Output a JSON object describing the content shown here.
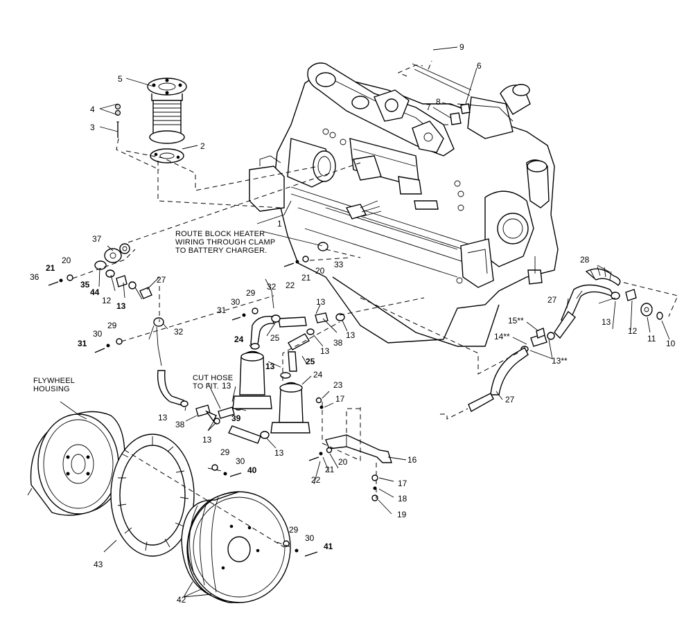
{
  "notes": {
    "route_line1": "ROUTE BLOCK HEATER",
    "route_line2": "WIRING THROUGH CLAMP",
    "route_line3": "TO BATTERY CHARGER.",
    "cut_line1": "CUT HOSE",
    "cut_line2": "TO FIT.",
    "fly_line1": "FLYWHEEL",
    "fly_line2": "HOUSING"
  },
  "callouts": {
    "c1": "1",
    "c2": "2",
    "c3": "3",
    "c4": "4",
    "c5": "5",
    "c6": "6",
    "c7": "7",
    "c8": "8",
    "c9": "9",
    "c10": "10",
    "c11": "11",
    "c12a": "12",
    "c12b": "12",
    "c13a": "13",
    "c13b": "13",
    "c13c": "13",
    "c13d": "13",
    "c13e": "13",
    "c13f": "13",
    "c13g": "13",
    "c13h": "13",
    "c13i": "13",
    "c13j": "13",
    "c13k": "13**",
    "c14": "14**",
    "c15": "15**",
    "c16": "16",
    "c17a": "17",
    "c17b": "17",
    "c18": "18",
    "c19": "19",
    "c20a": "20",
    "c20b": "20",
    "c20c": "20",
    "c21a": "21",
    "c21b": "21",
    "c21c": "21",
    "c22a": "22",
    "c22b": "22",
    "c23": "23",
    "c24a": "24",
    "c24b": "24",
    "c25a": "25",
    "c25b": "25",
    "c27a": "27",
    "c27b": "27",
    "c27c": "27",
    "c28": "28",
    "c29a": "29",
    "c29b": "29",
    "c29c": "29",
    "c29d": "29",
    "c30a": "30",
    "c30b": "30",
    "c30c": "30",
    "c30d": "30",
    "c31a": "31",
    "c31b": "31",
    "c32a": "32",
    "c32b": "32",
    "c33": "33",
    "c35": "35",
    "c36": "36",
    "c37": "37",
    "c38a": "38",
    "c38b": "38",
    "c39": "39",
    "c40": "40",
    "c41": "41",
    "c42": "42",
    "c43": "43",
    "c44": "44"
  }
}
